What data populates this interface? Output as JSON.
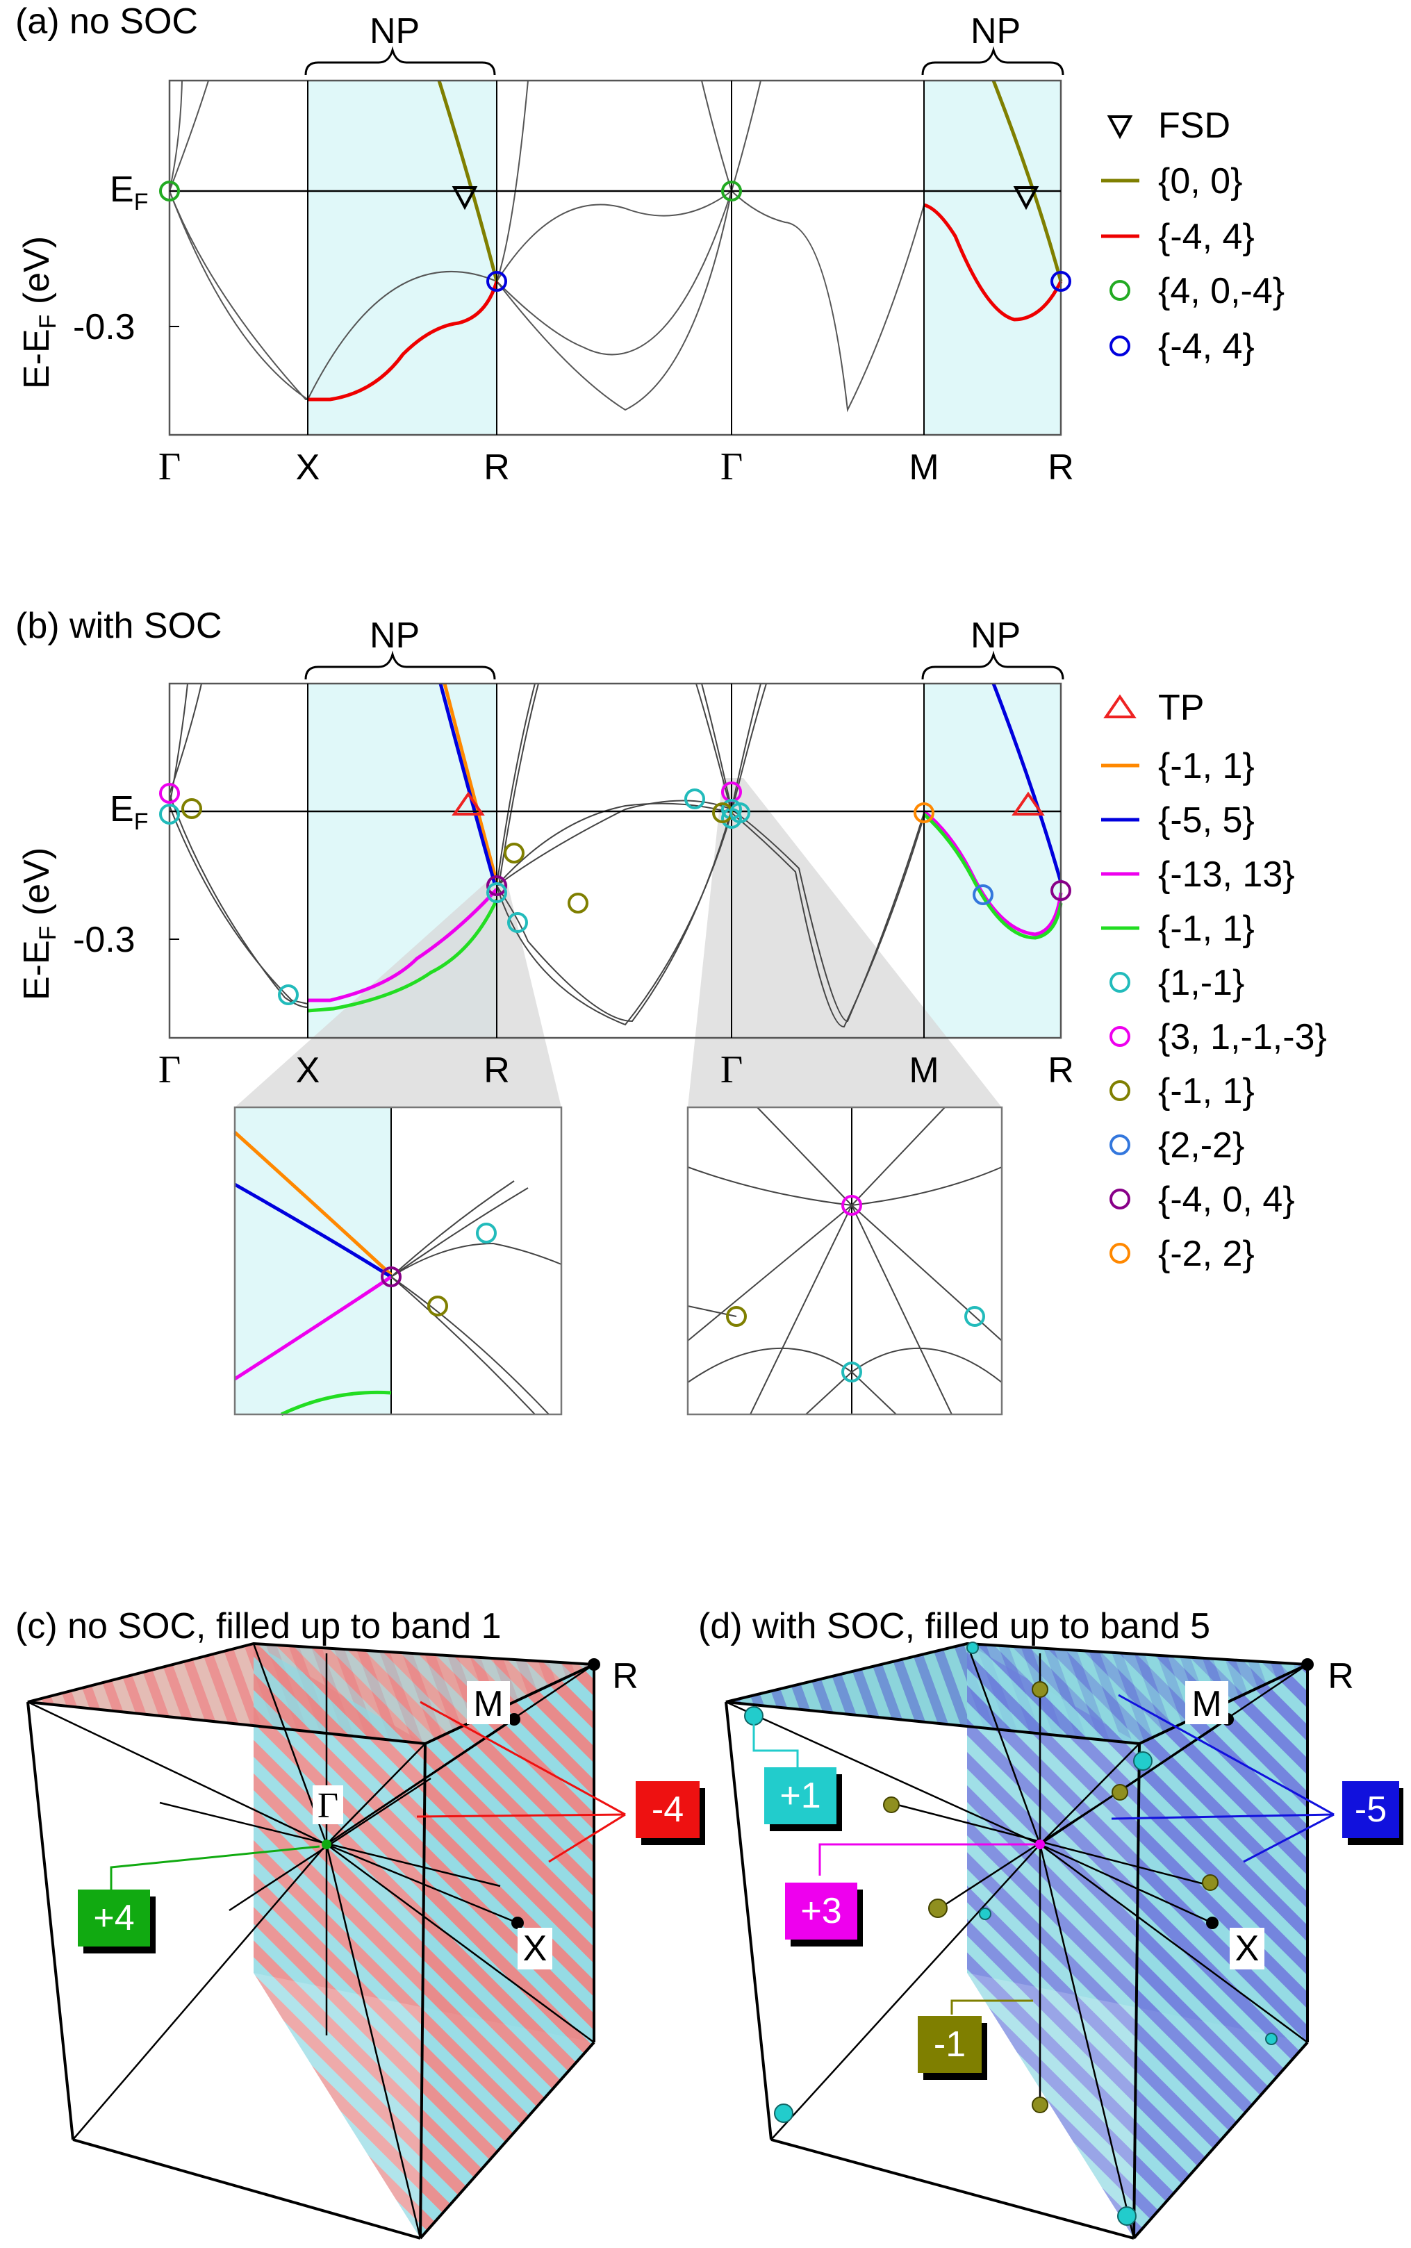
{
  "panel_a": {
    "title": "(a) no SOC",
    "bracket_left": "NP",
    "bracket_right": "NP",
    "ylabel": "E-E",
    "ylabel_sub": "F",
    "ylabel_unit": " (eV)",
    "ef_label": "E",
    "ef_sub": "F",
    "ytick": "-0.3",
    "kpoints": [
      "Γ",
      "X",
      "R",
      "Γ",
      "M",
      "R"
    ],
    "legend": [
      {
        "marker": "down-triangle",
        "color": "#000000",
        "label": "FSD"
      },
      {
        "marker": "line",
        "color": "#7f7f00",
        "label": "{0, 0}"
      },
      {
        "marker": "line",
        "color": "#ee0000",
        "label": "{-4, 4}"
      },
      {
        "marker": "circle",
        "color": "#22aa22",
        "label": "{4, 0,-4}"
      },
      {
        "marker": "circle",
        "color": "#0000dd",
        "label": "{-4, 4}"
      }
    ]
  },
  "panel_b": {
    "title": "(b) with SOC",
    "bracket_left": "NP",
    "bracket_right": "NP",
    "ylabel": "E-E",
    "ylabel_sub": "F",
    "ylabel_unit": " (eV)",
    "ef_label": "E",
    "ef_sub": "F",
    "ytick": "-0.3",
    "kpoints": [
      "Γ",
      "X",
      "R",
      "Γ",
      "M",
      "R"
    ],
    "legend": [
      {
        "marker": "up-triangle",
        "color": "#ee2222",
        "label": "TP"
      },
      {
        "marker": "line",
        "color": "#ff8800",
        "label": "{-1, 1}"
      },
      {
        "marker": "line",
        "color": "#0000dd",
        "label": "{-5, 5}"
      },
      {
        "marker": "line",
        "color": "#ee00ee",
        "label": "{-13, 13}"
      },
      {
        "marker": "line",
        "color": "#22dd22",
        "label": "{-1, 1}"
      },
      {
        "marker": "circle",
        "color": "#22bbbb",
        "label": "{1,-1}"
      },
      {
        "marker": "circle",
        "color": "#ee00ee",
        "label": "{3, 1,-1,-3}"
      },
      {
        "marker": "circle",
        "color": "#7f7f00",
        "label": "{-1, 1}"
      },
      {
        "marker": "circle",
        "color": "#3377dd",
        "label": "{2,-2}"
      },
      {
        "marker": "circle",
        "color": "#880088",
        "label": "{-4, 0, 4}"
      },
      {
        "marker": "circle",
        "color": "#ff8800",
        "label": "{-2, 2}"
      }
    ]
  },
  "panel_c": {
    "title": "(c) no SOC, filled up to band 1",
    "points": {
      "M": "M",
      "R": "R",
      "X": "X",
      "G": "Γ"
    },
    "badges": [
      {
        "label": "+4",
        "color": "#11aa11"
      },
      {
        "label": "-4",
        "color": "#ee1111"
      }
    ]
  },
  "panel_d": {
    "title": "(d) with SOC, filled up to band 5",
    "points": {
      "M": "M",
      "R": "R",
      "X": "X"
    },
    "badges": [
      {
        "label": "+1",
        "color": "#22cccc"
      },
      {
        "label": "+3",
        "color": "#ee00ee"
      },
      {
        "label": "-1",
        "color": "#7f7f00"
      },
      {
        "label": "-5",
        "color": "#1111dd"
      }
    ]
  }
}
